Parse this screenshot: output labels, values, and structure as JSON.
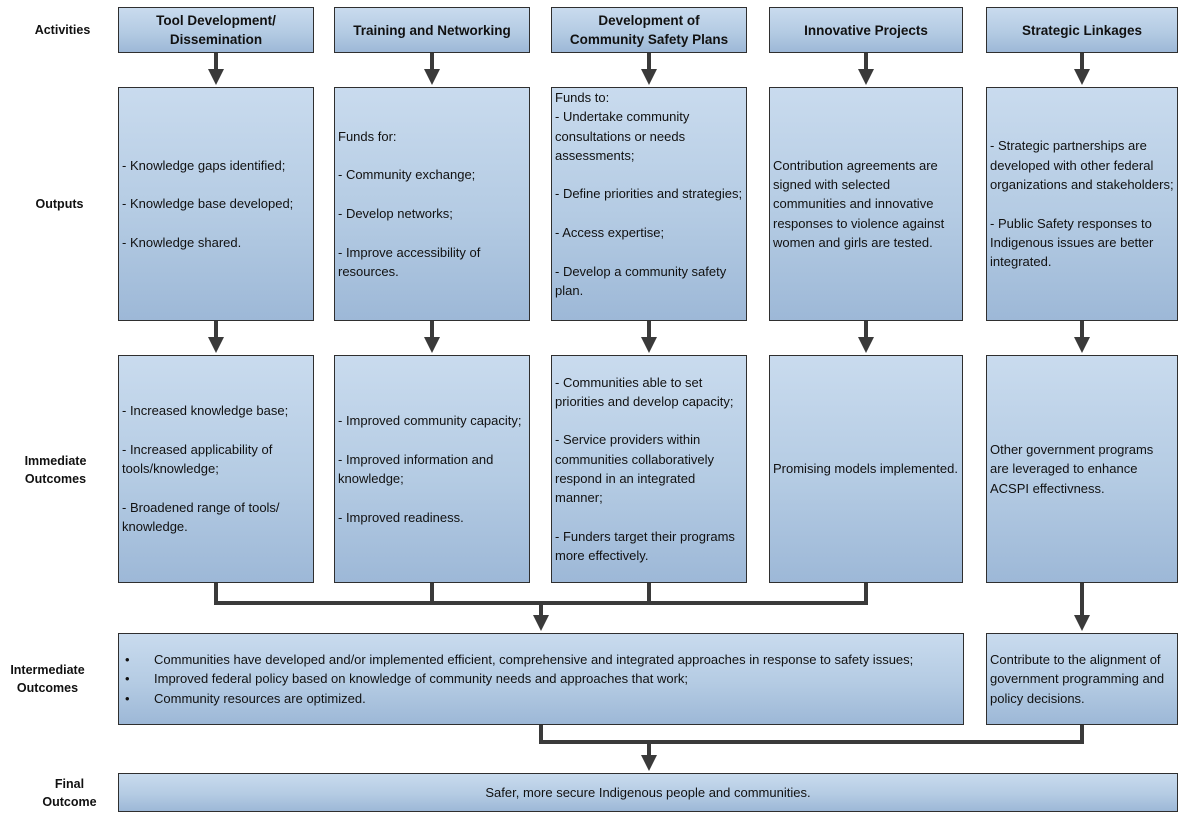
{
  "row_labels": {
    "activities": "Activities",
    "outputs": "Outputs",
    "immediate": [
      "Immediate",
      "Outcomes"
    ],
    "intermediate": [
      "Intermediate",
      "Outcomes"
    ],
    "final": [
      "Final",
      "Outcome"
    ]
  },
  "columns": [
    {
      "activity": [
        "Tool Development/",
        "Dissemination"
      ],
      "outputs": [
        "- Knowledge gaps identified;",
        "- Knowledge base developed;",
        "- Knowledge shared."
      ],
      "immediate": [
        "- Increased knowledge base;",
        "- Increased applicability of tools/knowledge;",
        "- Broadened range of tools/ knowledge."
      ]
    },
    {
      "activity": [
        "Training and Networking"
      ],
      "outputs_intro": "Funds for:",
      "outputs": [
        "- Community exchange;",
        "- Develop networks;",
        "- Improve accessibility of resources."
      ],
      "immediate": [
        "- Improved community capacity;",
        "- Improved information and knowledge;",
        "- Improved readiness."
      ]
    },
    {
      "activity": [
        "Development of",
        "Community Safety Plans"
      ],
      "outputs_intro": "Funds to:",
      "outputs": [
        "- Undertake community consultations or needs assessments;",
        "- Define priorities and strategies;",
        "- Access expertise;",
        "- Develop a community safety plan."
      ],
      "immediate": [
        "- Communities able to set priorities and develop capacity;",
        "- Service providers within communities collaboratively respond in an integrated manner;",
        "- Funders target their programs more effectively."
      ]
    },
    {
      "activity": [
        "Innovative Projects"
      ],
      "outputs": [
        "Contribution agreements are signed with selected communities and innovative responses to violence against women and girls are tested."
      ],
      "immediate": [
        "Promising models implemented."
      ]
    },
    {
      "activity": [
        "Strategic Linkages"
      ],
      "outputs": [
        "- Strategic partnerships are developed with other federal organizations and stakeholders;",
        "- Public Safety responses to Indigenous issues are better integrated."
      ],
      "immediate": [
        "Other government programs are leveraged to enhance ACSPI effectivness."
      ]
    }
  ],
  "intermediate": {
    "bullets": [
      "Communities have developed and/or implemented efficient, comprehensive and integrated approaches in response to safety issues;",
      "Improved federal policy based on knowledge of community needs and approaches that work;",
      "Community resources are optimized."
    ],
    "right": "Contribute to the alignment of government programming and policy decisions."
  },
  "final": "Safer, more secure Indigenous people and communities."
}
